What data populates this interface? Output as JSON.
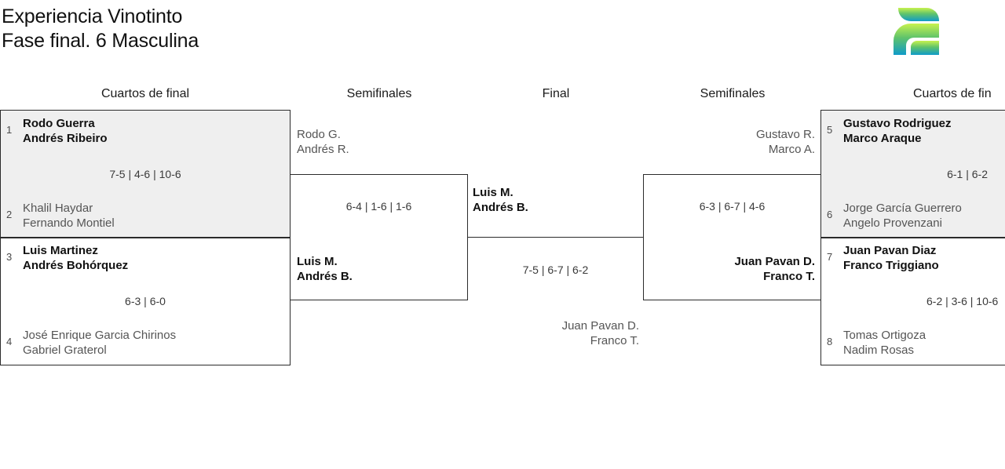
{
  "header": {
    "title_line1": "Experiencia Vinotinto",
    "title_line2": "Fase final. 6 Masculina",
    "logo_name": "tournament-logo",
    "logo_colors": {
      "top": "#c2f24a",
      "mid": "#56c06a",
      "bottom": "#0f9bc9"
    }
  },
  "rounds": [
    {
      "label": "Cuartos de final"
    },
    {
      "label": "Semifinales"
    },
    {
      "label": "Final"
    },
    {
      "label": "Semifinales"
    },
    {
      "label": "Cuartos de fin"
    }
  ],
  "matches": {
    "qf1": {
      "score": "7-5 | 4-6 | 10-6",
      "top": {
        "seed": "1",
        "p1": "Rodo Guerra",
        "p2": "Andrés Ribeiro",
        "result": "winner"
      },
      "bottom": {
        "seed": "2",
        "p1": "Khalil Haydar",
        "p2": "Fernando Montiel",
        "result": "loser"
      }
    },
    "qf2": {
      "score": "6-3 | 6-0",
      "top": {
        "seed": "3",
        "p1": "Luis Martinez",
        "p2": "Andrés Bohórquez",
        "result": "winner"
      },
      "bottom": {
        "seed": "4",
        "p1": "José Enrique Garcia Chirinos",
        "p2": "Gabriel Graterol",
        "result": "loser"
      }
    },
    "sf1": {
      "score": "6-4 | 1-6 | 1-6",
      "top": {
        "seed": "",
        "p1": "Rodo G.",
        "p2": "Andrés R.",
        "result": "loser"
      },
      "bottom": {
        "seed": "",
        "p1": "Luis M.",
        "p2": "Andrés B.",
        "result": "winner"
      }
    },
    "final": {
      "score": "7-5 | 6-7 | 6-2",
      "top": {
        "seed": "",
        "p1": "Luis M.",
        "p2": "Andrés B.",
        "result": "winner"
      },
      "bottom": {
        "seed": "",
        "p1": "Juan Pavan D.",
        "p2": "Franco T.",
        "result": "loser"
      }
    },
    "sf2": {
      "score": "6-3 | 6-7 | 4-6",
      "top": {
        "seed": "",
        "p1": "Gustavo R.",
        "p2": "Marco A.",
        "result": "loser"
      },
      "bottom": {
        "seed": "",
        "p1": "Juan Pavan D.",
        "p2": "Franco T.",
        "result": "winner"
      }
    },
    "qf3": {
      "score": "6-1 | 6-2",
      "top": {
        "seed": "5",
        "p1": "Gustavo Rodriguez",
        "p2": "Marco Araque",
        "result": "winner"
      },
      "bottom": {
        "seed": "6",
        "p1": "Jorge García Guerrero",
        "p2": "Angelo Provenzani",
        "result": "loser"
      }
    },
    "qf4": {
      "score": "6-2 | 3-6 | 10-6",
      "top": {
        "seed": "7",
        "p1": "Juan Pavan Diaz",
        "p2": "Franco Triggiano",
        "result": "winner"
      },
      "bottom": {
        "seed": "8",
        "p1": "Tomas Ortigoza",
        "p2": "Nadim Rosas",
        "result": "loser"
      }
    }
  }
}
